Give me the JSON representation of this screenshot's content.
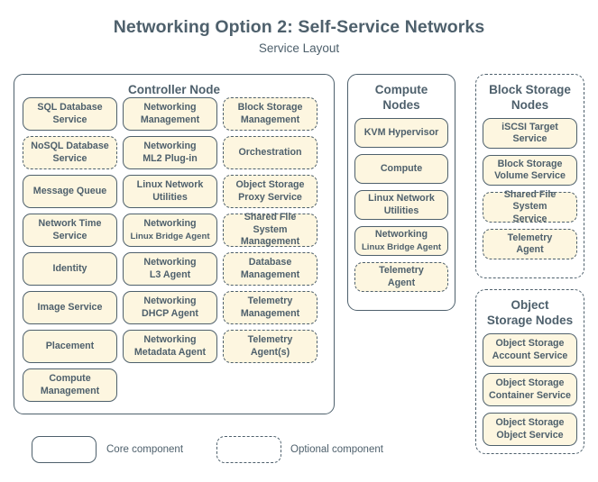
{
  "title": {
    "main": "Networking Option 2: Self-Service Networks",
    "sub": "Service Layout"
  },
  "colors": {
    "text": "#4e606c",
    "border": "#4e606c",
    "box_fill": "#fdf6e0",
    "background": "#ffffff"
  },
  "groups": {
    "controller": {
      "title": "Controller Node",
      "optional": false,
      "columns": [
        [
          {
            "l1": "SQL Database",
            "l2": "Service",
            "optional": false
          },
          {
            "l1": "NoSQL Database",
            "l2": "Service",
            "optional": true
          },
          {
            "l1": "Message Queue",
            "l2": "",
            "optional": false
          },
          {
            "l1": "Network Time",
            "l2": "Service",
            "optional": false
          },
          {
            "l1": "Identity",
            "l2": "",
            "optional": false
          },
          {
            "l1": "Image Service",
            "l2": "",
            "optional": false
          },
          {
            "l1": "Placement",
            "l2": "",
            "optional": false
          },
          {
            "l1": "Compute",
            "l2": "Management",
            "optional": false
          }
        ],
        [
          {
            "l1": "Networking",
            "l2": "Management",
            "optional": false
          },
          {
            "l1": "Networking",
            "l2": "ML2 Plug-in",
            "optional": false
          },
          {
            "l1": "Linux Network",
            "l2": "Utilities",
            "optional": false
          },
          {
            "l1": "Networking",
            "l2": "Linux Bridge Agent",
            "optional": false,
            "small2": true
          },
          {
            "l1": "Networking",
            "l2": "L3 Agent",
            "optional": false
          },
          {
            "l1": "Networking",
            "l2": "DHCP Agent",
            "optional": false
          },
          {
            "l1": "Networking",
            "l2": "Metadata Agent",
            "optional": false
          }
        ],
        [
          {
            "l1": "Block Storage",
            "l2": "Management",
            "optional": true
          },
          {
            "l1": "Orchestration",
            "l2": "",
            "optional": true
          },
          {
            "l1": "Object Storage",
            "l2": "Proxy Service",
            "optional": true
          },
          {
            "l1": "Shared File System",
            "l2": "Management",
            "optional": true
          },
          {
            "l1": "Database",
            "l2": "Management",
            "optional": true
          },
          {
            "l1": "Telemetry",
            "l2": "Management",
            "optional": true
          },
          {
            "l1": "Telemetry",
            "l2": "Agent(s)",
            "optional": true
          }
        ]
      ]
    },
    "compute": {
      "title_l1": "Compute",
      "title_l2": "Nodes",
      "optional": false,
      "items": [
        {
          "l1": "KVM Hypervisor",
          "l2": "",
          "optional": false
        },
        {
          "l1": "Compute",
          "l2": "",
          "optional": false
        },
        {
          "l1": "Linux Network",
          "l2": "Utilities",
          "optional": false
        },
        {
          "l1": "Networking",
          "l2": "Linux Bridge Agent",
          "optional": false,
          "small2": true
        },
        {
          "l1": "Telemetry",
          "l2": "Agent",
          "optional": true
        }
      ]
    },
    "block_storage": {
      "title_l1": "Block Storage",
      "title_l2": "Nodes",
      "optional": true,
      "items": [
        {
          "l1": "iSCSI Target",
          "l2": "Service",
          "optional": false
        },
        {
          "l1": "Block Storage",
          "l2": "Volume Service",
          "optional": false
        },
        {
          "l1": "Shared File System",
          "l2": "Service",
          "optional": true
        },
        {
          "l1": "Telemetry",
          "l2": "Agent",
          "optional": true
        }
      ]
    },
    "object_storage": {
      "title_l1": "Object",
      "title_l2": "Storage Nodes",
      "optional": true,
      "items": [
        {
          "l1": "Object Storage",
          "l2": "Account Service",
          "optional": false
        },
        {
          "l1": "Object Storage",
          "l2": "Container Service",
          "optional": false
        },
        {
          "l1": "Object Storage",
          "l2": "Object Service",
          "optional": false
        }
      ]
    }
  },
  "legend": {
    "core_label": "Core component",
    "optional_label": "Optional component"
  }
}
